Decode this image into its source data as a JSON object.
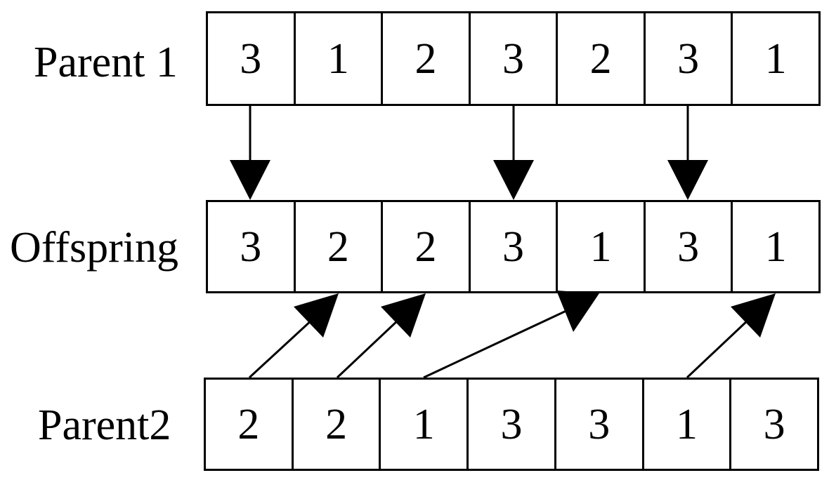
{
  "rows": {
    "parent1": {
      "label": "Parent 1",
      "genes": [
        "3",
        "1",
        "2",
        "3",
        "2",
        "3",
        "1"
      ]
    },
    "offspring": {
      "label": "Offspring",
      "genes": [
        "3",
        "2",
        "2",
        "3",
        "1",
        "3",
        "1"
      ]
    },
    "parent2": {
      "label": "Parent2",
      "genes": [
        "2",
        "2",
        "1",
        "3",
        "3",
        "1",
        "3"
      ]
    }
  },
  "inheritance": {
    "from_parent1": [
      1,
      4,
      6
    ],
    "from_parent2": [
      {
        "from": 1,
        "to": 2
      },
      {
        "from": 2,
        "to": 3
      },
      {
        "from": 3,
        "to": 5
      },
      {
        "from": 6,
        "to": 7
      }
    ]
  },
  "colors": {
    "line": "#000000",
    "background": "#ffffff"
  }
}
